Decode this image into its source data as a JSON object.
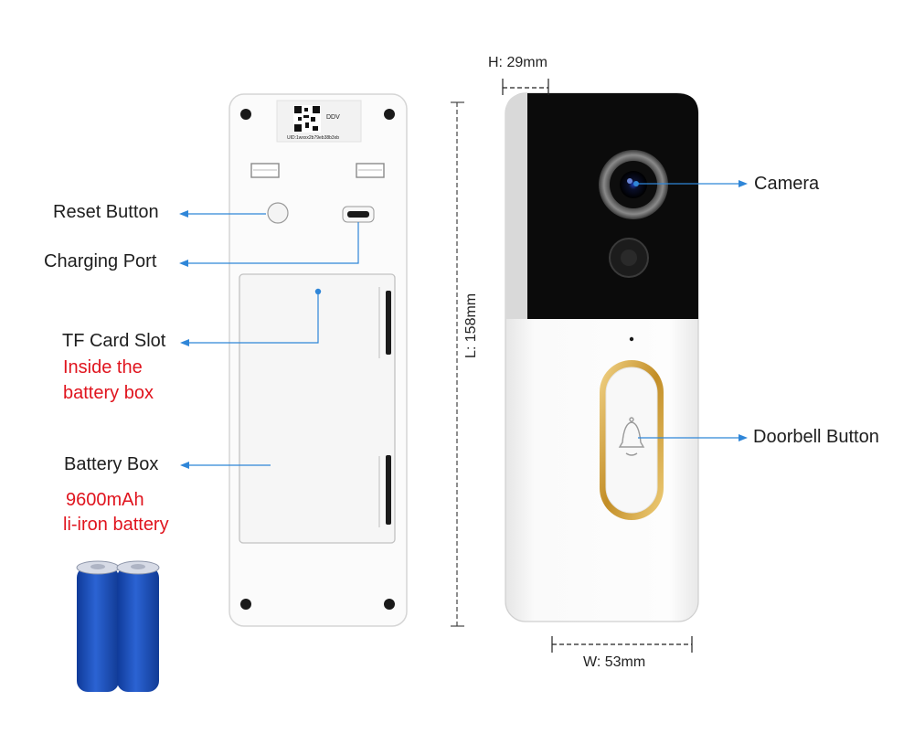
{
  "callouts": {
    "reset_button": "Reset Button",
    "charging_port": "Charging Port",
    "tf_card_slot": "TF Card Slot",
    "tf_card_note_line1": "Inside the",
    "tf_card_note_line2": "battery box",
    "battery_box": "Battery Box",
    "battery_note_line1": "9600mAh",
    "battery_note_line2": "li-iron battery",
    "camera": "Camera",
    "doorbell_button": "Doorbell Button"
  },
  "dimensions": {
    "height": "H: 29mm",
    "length": "L: 158mm",
    "width": "W: 53mm"
  },
  "back_label": {
    "brand": "DDV",
    "uid": "UID:1wxxx2b79eb38b3xb"
  },
  "colors": {
    "accent_blue": "#2f86d8",
    "note_red": "#e0141e",
    "battery_blue": "#1c4fb8",
    "ring_gold": "#d8ab48"
  }
}
